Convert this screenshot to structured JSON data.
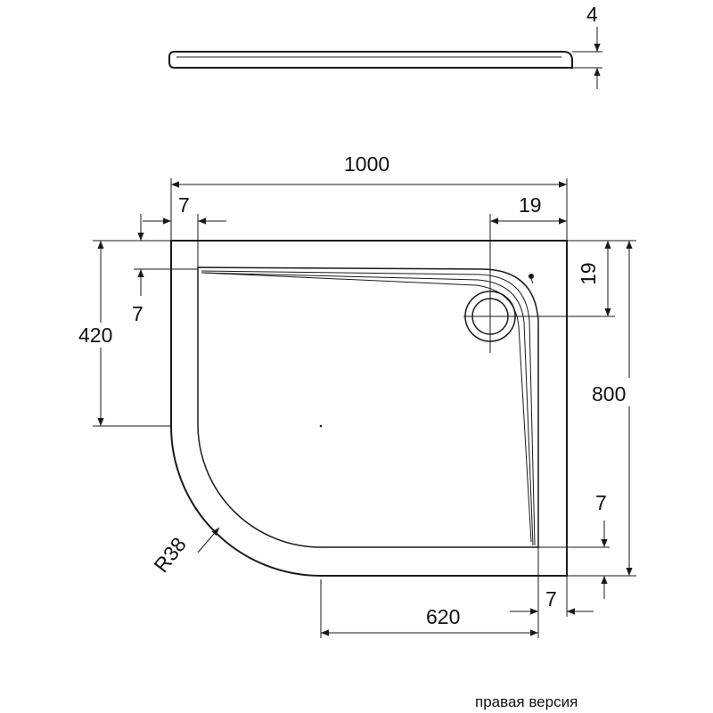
{
  "diagram": {
    "dimensions": {
      "thickness": "4",
      "width": "1000",
      "depth": "800",
      "left_section": "420",
      "front_section": "620",
      "rim_left": "7",
      "rim_top": "7",
      "rim_right": "7",
      "rim_bottom": "7",
      "drain_offset_x": "19",
      "drain_offset_y": "19",
      "corner_radius": "R38"
    },
    "caption": "правая версия"
  }
}
